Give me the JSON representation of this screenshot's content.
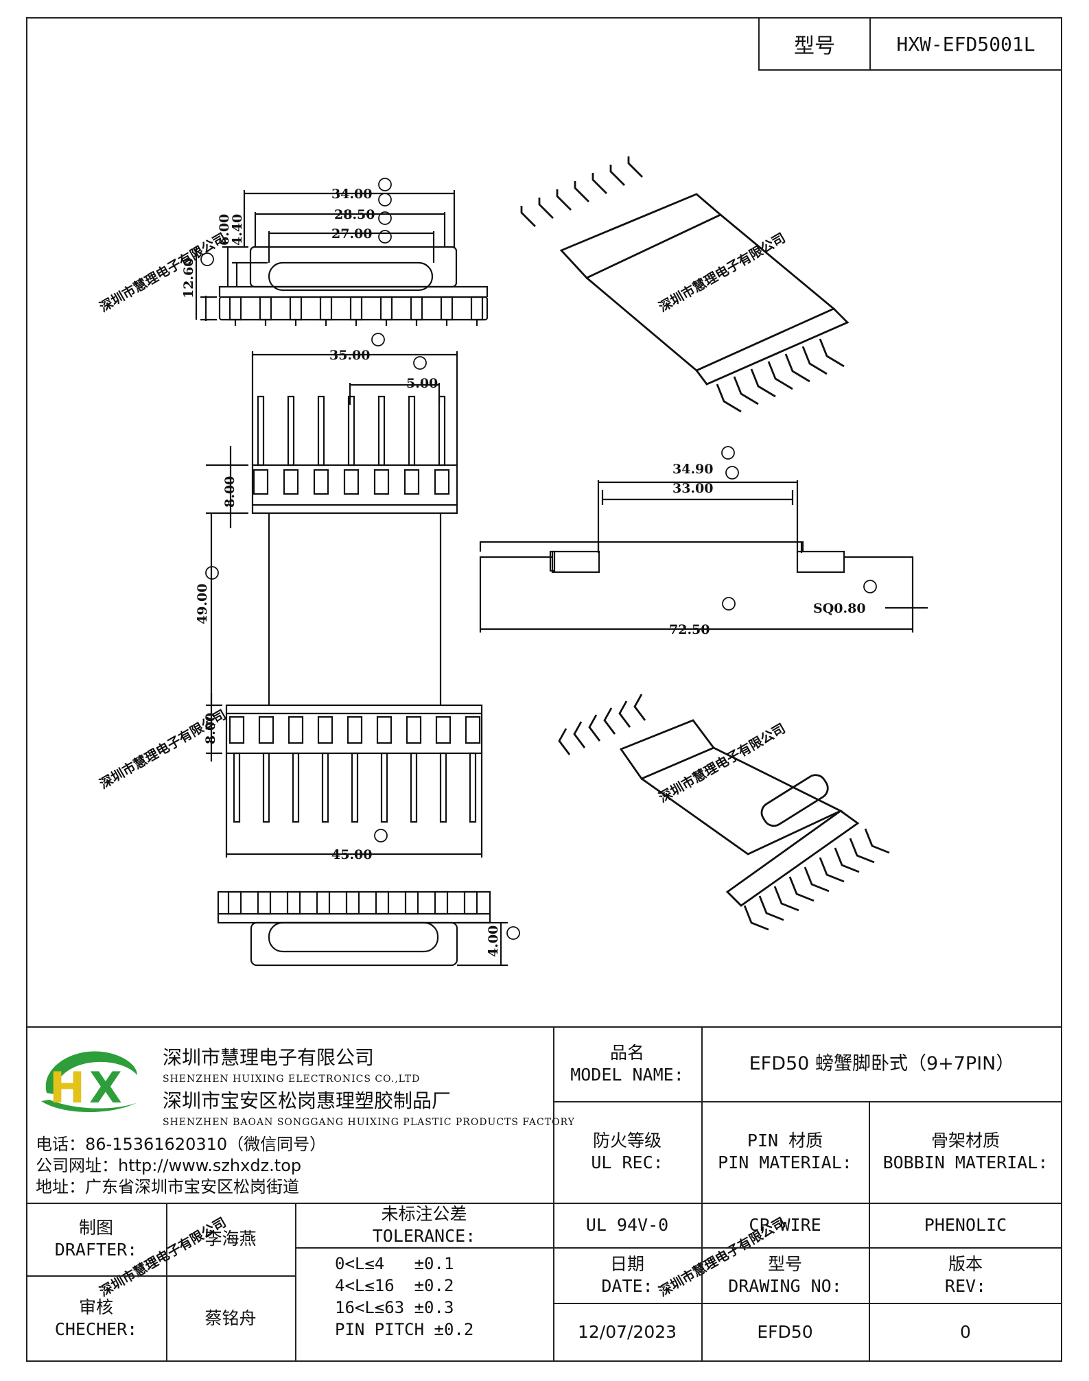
{
  "model_box": {
    "label": "型号",
    "value": "HXW-EFD5001L"
  },
  "dimensions": {
    "top_view": [
      "34.00",
      "28.50",
      "27.00",
      "6.00",
      "4.40",
      "12.60"
    ],
    "front_view": [
      "35.00",
      "5.00",
      "8.00",
      "49.00",
      "8.00",
      "45.00"
    ],
    "bottom_view": [
      "4.00"
    ],
    "side_view": [
      "34.90",
      "33.00",
      "72.50",
      "SQ0.80"
    ]
  },
  "watermark": "深圳市慧理电子有限公司",
  "company": {
    "name_cn": "深圳市慧理电子有限公司",
    "name_en": "SHENZHEN HUIXING ELECTRONICS CO.,LTD",
    "factory_cn": "深圳市宝安区松岗惠理塑胶制品厂",
    "factory_en": "SHENZHEN BAOAN SONGGANG HUIXING PLASTIC PRODUCTS FACTORY",
    "phone": "电话：86-15361620310（微信同号）",
    "website": "公司网址：http://www.szhxdz.top",
    "address": "地址：广东省深圳市宝安区松岗街道"
  },
  "logo": {
    "text": "HX",
    "colors": {
      "green": "#2e9e3a",
      "yellow": "#e3c21a"
    }
  },
  "title_block": {
    "model_name_cn": "品名",
    "model_name_en": "MODEL NAME:",
    "model_name_value": "EFD50 螃蟹脚卧式（9+7PIN）",
    "ul_cn": "防火等级",
    "ul_en": "UL REC:",
    "pin_cn": "PIN 材质",
    "pin_en": "PIN MATERIAL:",
    "bobbin_cn": "骨架材质",
    "bobbin_en": "BOBBIN MATERIAL:",
    "ul_value": "UL 94V-0",
    "pin_value": "CP WIRE",
    "bobbin_value": "PHENOLIC",
    "date_cn": "日期",
    "date_en": "DATE:",
    "drawing_no_cn": "型号",
    "drawing_no_en": "DRAWING NO:",
    "rev_cn": "版本",
    "rev_en": "REV:",
    "date_value": "12/07/2023",
    "drawing_no_value": "EFD50",
    "rev_value": "0",
    "drafter_cn": "制图",
    "drafter_en": "DRAFTER:",
    "drafter_value": "李海燕",
    "checker_cn": "审核",
    "checker_en": "CHECHER:",
    "checker_value": "蔡铭舟",
    "tolerance_cn": "未标注公差",
    "tolerance_en": "TOLERANCE:",
    "tolerance_rows": [
      "0<L≤4   ±0.1",
      "4<L≤16  ±0.2",
      "16<L≤63 ±0.3",
      "PIN PITCH ±0.2"
    ]
  }
}
